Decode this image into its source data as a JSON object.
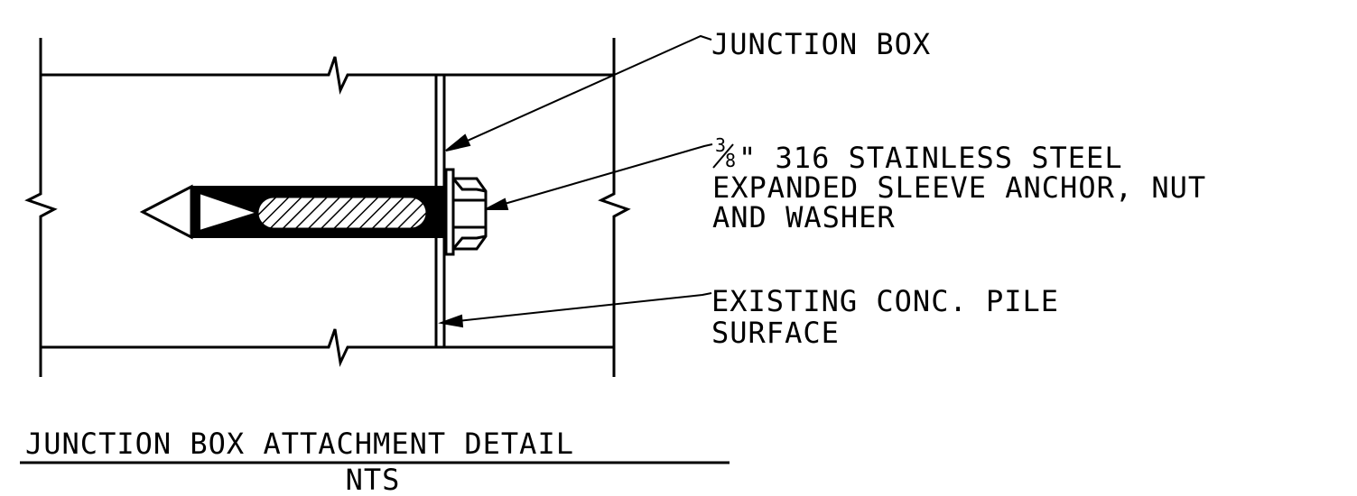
{
  "labels": {
    "junction_box": "JUNCTION BOX",
    "anchor_fraction_numerator": "3",
    "anchor_fraction_denominator": "8",
    "anchor_line1": "\" 316 STAINLESS STEEL",
    "anchor_line2": "EXPANDED SLEEVE ANCHOR, NUT",
    "anchor_line3": "AND WASHER",
    "pile_line1": "EXISTING CONC. PILE",
    "pile_line2": "SURFACE"
  },
  "title": {
    "main": "JUNCTION BOX ATTACHMENT DETAIL",
    "scale": "NTS"
  },
  "colors": {
    "line": "#000000",
    "background": "#ffffff"
  }
}
